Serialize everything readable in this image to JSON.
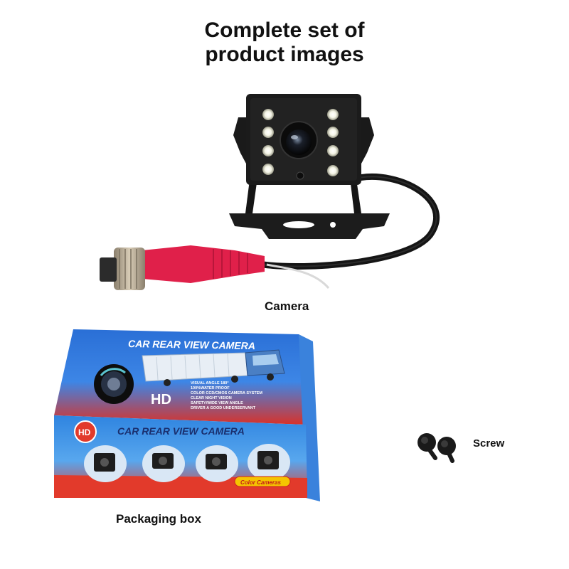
{
  "title": {
    "line1": "Complete set of",
    "line2": "product images"
  },
  "items": {
    "camera_label": "Camera",
    "box_label": "Packaging box",
    "screw_label": "Screw"
  },
  "box": {
    "top_heading": "CAR REAR VIEW CAMERA",
    "front_heading": "CAR REAR VIEW CAMERA",
    "hd_badge": "HD",
    "hd_small": "HD",
    "features": [
      "VISUAL ANGLE 180°",
      "100%WATER PROOF",
      "COLOR CCD/CMOS CAMERA SYSTEM",
      "CLEAR NIGHT VISION",
      "SAFETY/WIDE VIEW ANGLE",
      "DRIVER A GOOD UNDERSERVANT"
    ],
    "color_cameras": "Color Cameras"
  },
  "colors": {
    "box_blue": "#1e63c8",
    "box_red": "#e23a2b",
    "connector_red": "#e0204a",
    "camera_black": "#1b1b1b"
  }
}
